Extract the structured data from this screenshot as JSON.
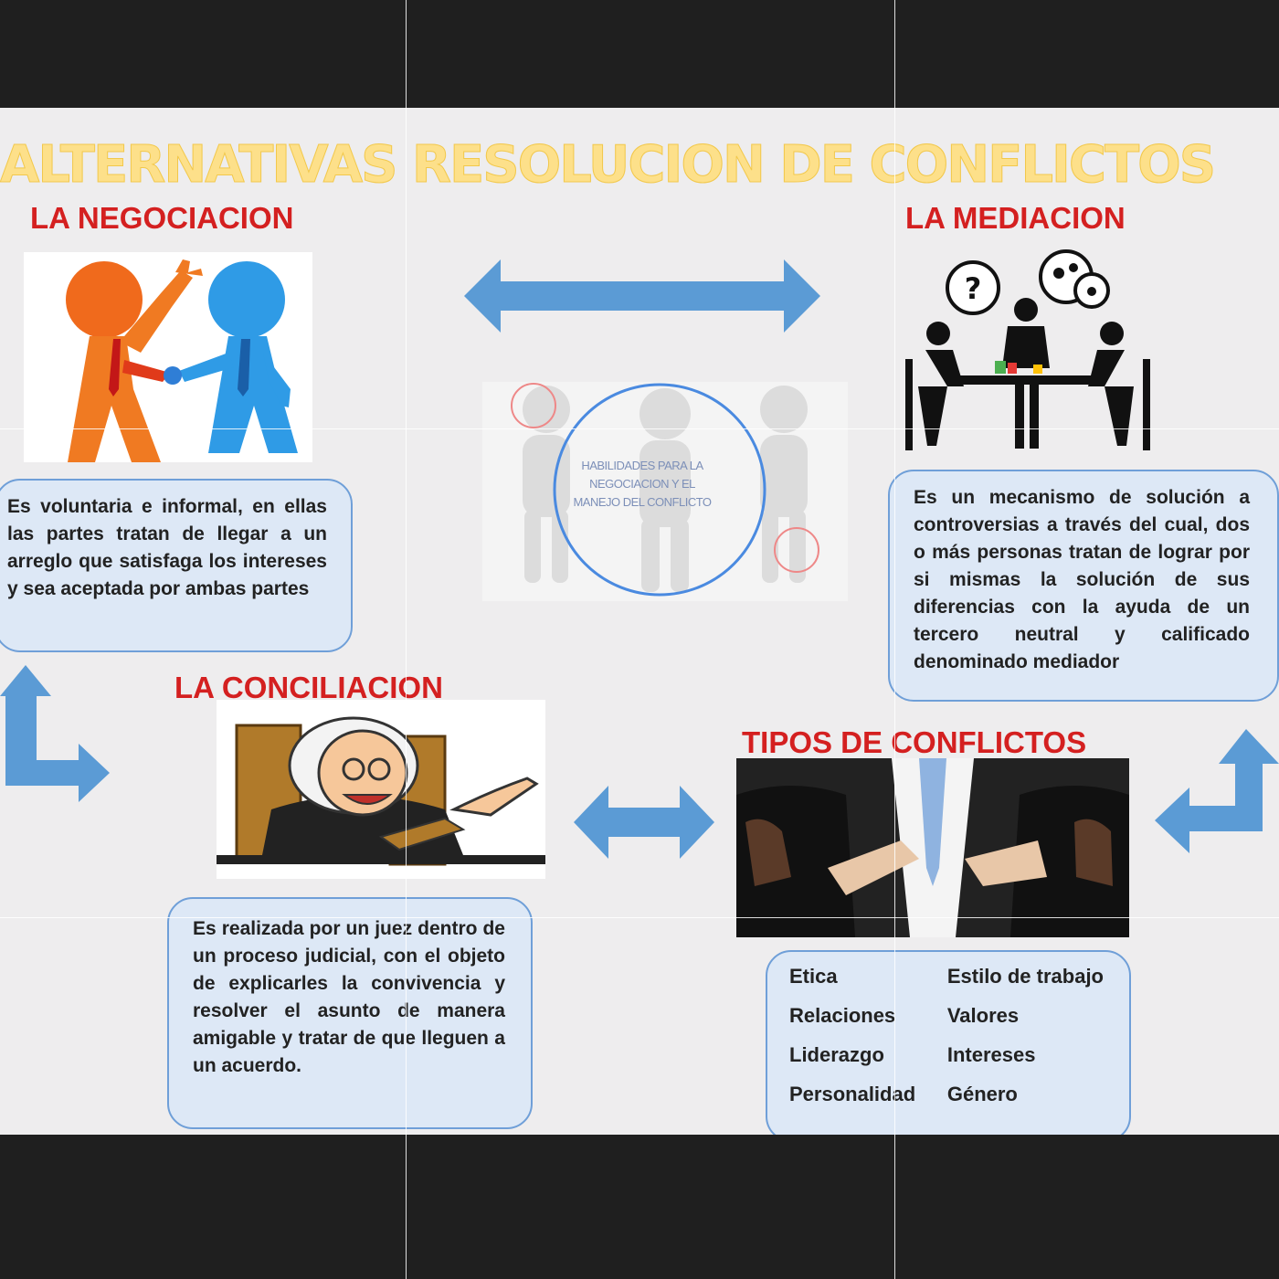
{
  "title": "ALTERNATIVAS RESOLUCION DE CONFLICTOS",
  "negociacion": {
    "heading": "LA NEGOCIACION",
    "text": "Es voluntaria e informal, en ellas las partes tratan de llegar a un arreglo que satisfaga los intereses y sea aceptada por ambas partes"
  },
  "mediacion": {
    "heading": "LA MEDIACION",
    "text": "Es un mecanismo de solución a controversias a través del cual, dos o más personas tratan de lograr por si mismas la solución de sus diferencias con la ayuda de un tercero neutral y calificado denominado mediador"
  },
  "center": {
    "label": "HABILIDADES PARA LA NEGOCIACION Y EL MANEJO DEL CONFLICTO"
  },
  "conciliacion": {
    "heading": "LA CONCILIACION",
    "text": "Es realizada por un juez dentro de un proceso judicial, con el objeto de explicarles la convivencia y resolver el asunto de manera amigable y tratar de que lleguen a un acuerdo."
  },
  "tipos": {
    "heading": "TIPOS DE CONFLICTOS",
    "items": [
      "Etica",
      "Estilo de trabajo",
      "Relaciones",
      "Valores",
      "Liderazgo",
      "Intereses",
      "Personalidad",
      "Género"
    ]
  },
  "colors": {
    "heading": "#d42020",
    "title": "#fde08a",
    "arrow": "#5b9bd5",
    "box_fill": "#dde8f6",
    "box_border": "#6f9fd8"
  }
}
